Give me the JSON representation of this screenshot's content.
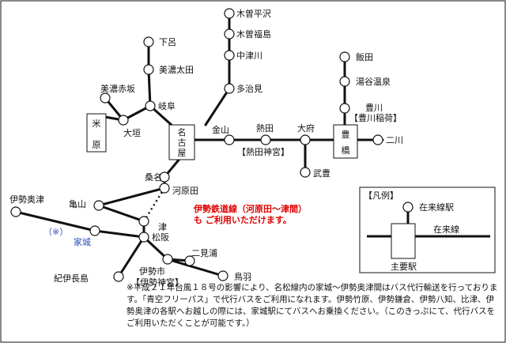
{
  "colors": {
    "line": "#111111",
    "red_note": "#e00000",
    "blue_label": "#2a4fb8"
  },
  "stations": {
    "kisohirasawa": "木曽平沢",
    "kisofukushima": "木曽福島",
    "nakatsugawa": "中津川",
    "tajimi": "多治見",
    "gero": "下呂",
    "minoota": "美濃太田",
    "minoakasaka": "美濃赤坂",
    "gifu": "岐阜",
    "maibara": "米原",
    "ogaki": "大垣",
    "nagoya": "名古屋",
    "kanayama": "金山",
    "atsuta": "熱田",
    "atsuta_note": "【熱田神宮】",
    "obu": "大府",
    "takeyo": "武豊",
    "iida": "飯田",
    "yunotani": "湯谷温泉",
    "toyokawa": "豊川",
    "toyokawa_note": "【豊川稲荷】",
    "toyohashi": "豊橋",
    "futagawa": "二川",
    "kuwana": "桑名",
    "kawarada": "河原田",
    "kameyama": "亀山",
    "tsu": "津",
    "iseokitsu": "伊勢奥津",
    "ieki": "家城",
    "asterisk": "（※）",
    "matsusaka": "松阪",
    "futamiura": "二見浦",
    "toba": "鳥羽",
    "iseshi": "伊勢市",
    "iseshi_note": "【伊勢神宮】",
    "kiinagashima": "紀伊長島"
  },
  "ise_railway_note": {
    "line1": "伊勢鉄道線（河原田〜津間）",
    "line2": "も ご利用いただけます。"
  },
  "legend": {
    "title": "【凡例】",
    "station": "在来線駅",
    "line": "在来線",
    "major_station": "主要駅"
  },
  "footnote": "※平成２１年台風１８号の影響により、名松線内の家城〜伊勢奥津間はバス代行輸送を行っております。「青空フリーパス」で代行バスをご利用になれます。伊勢竹原、伊勢鎌倉、伊勢八知、比津、伊勢奥津の各駅へお越しの際には、家城駅にてバスへお乗換ください。（このきっぷにて、代行バスをご利用いただくことが可能です。）"
}
